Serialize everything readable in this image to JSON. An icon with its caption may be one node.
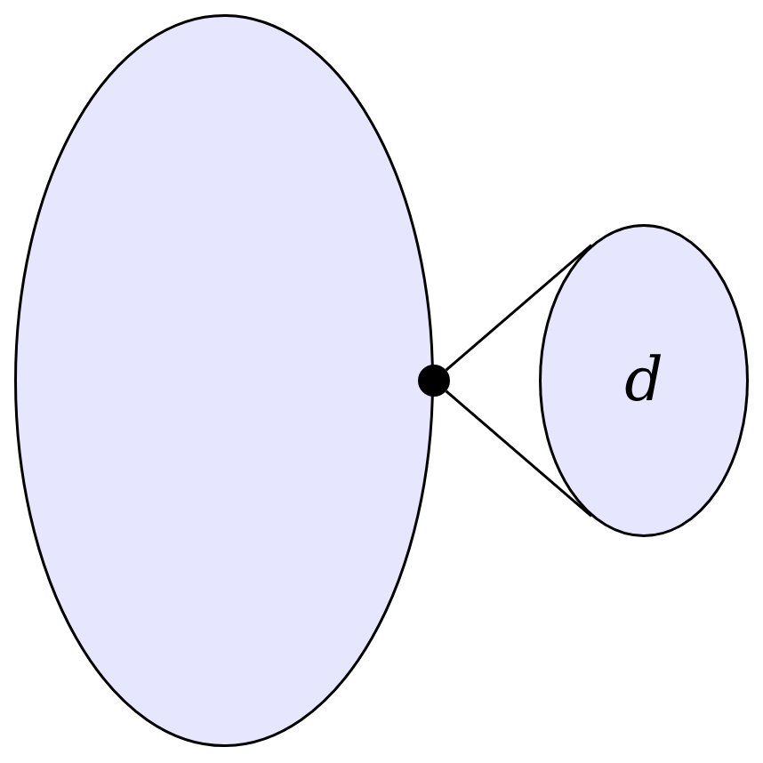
{
  "diagram": {
    "nodes": [
      {
        "text": [],
        "shape": "circle"
      },
      {
        "text": [],
        "shape": "dot"
      },
      {
        "text": [
          "d"
        ]
      }
    ],
    "edges": [
      {
        "from": 1,
        "to": 2,
        "arrow": "none"
      },
      {
        "from": 1,
        "to": 2,
        "arrow": "none"
      }
    ]
  }
}
